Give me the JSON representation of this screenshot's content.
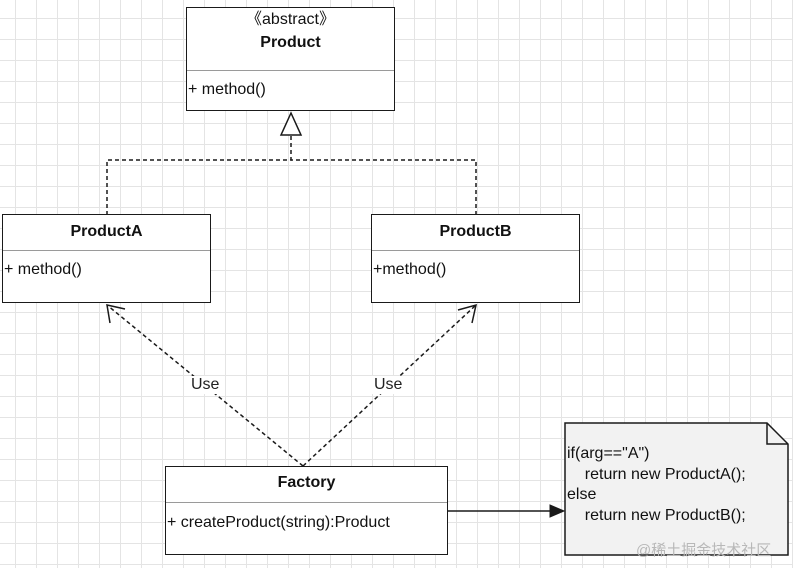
{
  "classes": {
    "product": {
      "stereotype": "《abstract》",
      "name": "Product",
      "method": "+ method()"
    },
    "product_a": {
      "name": "ProductA",
      "method": "+ method()"
    },
    "product_b": {
      "name": "ProductB",
      "method": "+method()"
    },
    "factory": {
      "name": "Factory",
      "method": "+ createProduct(string):Product"
    }
  },
  "edges": {
    "use_a_label": "Use",
    "use_b_label": "Use"
  },
  "note": {
    "text": "if(arg==\"A\")\n    return new ProductA();\nelse\n    return new ProductB();"
  },
  "watermark": "@稀土掘金技术社区",
  "colors": {
    "line": "#1a1a1a",
    "note_fill": "#f2f2f2",
    "grid": "#e4e4e4"
  }
}
